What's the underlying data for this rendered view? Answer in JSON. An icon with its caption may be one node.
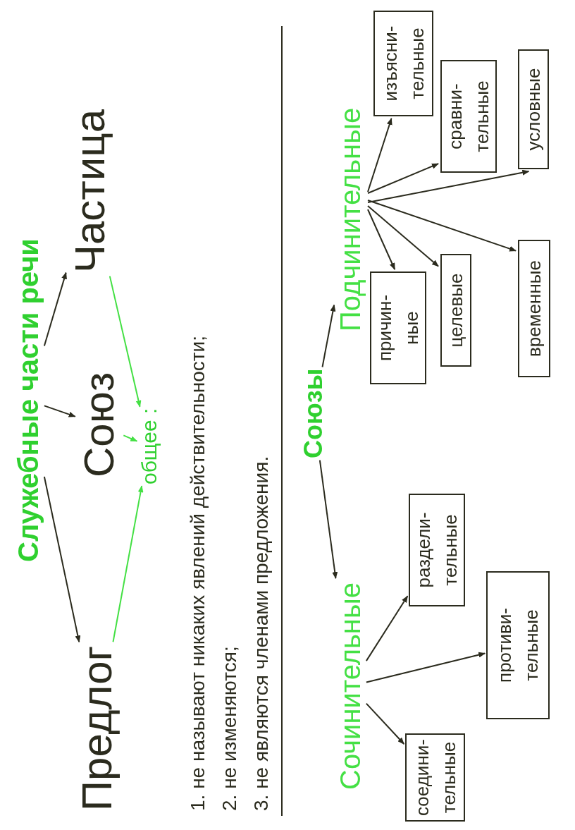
{
  "diagram": {
    "nodes": [
      {
        "text": [
          "Служебные части речи"
        ]
      },
      {
        "text": [
          "Предлог"
        ]
      },
      {
        "text": [
          "Союз"
        ]
      },
      {
        "text": [
          "Частица"
        ]
      },
      {
        "text": [
          "общее :"
        ]
      },
      {
        "text": [
          "Союзы"
        ]
      },
      {
        "text": [
          "Сочинительные"
        ]
      },
      {
        "text": [
          "соедини- тельные"
        ]
      },
      {
        "text": [
          "противи- тельные"
        ]
      },
      {
        "text": [
          "раздели- тельные"
        ]
      },
      {
        "text": [
          "Подчинительные"
        ]
      },
      {
        "text": [
          "причин- ные"
        ]
      },
      {
        "text": [
          "целевые"
        ]
      },
      {
        "text": [
          "временные"
        ]
      },
      {
        "text": [
          "изъясни- тельные"
        ]
      },
      {
        "text": [
          "сравни- тельные"
        ]
      },
      {
        "text": [
          "условные"
        ]
      }
    ],
    "edges": [
      {
        "from": 0,
        "to": 1,
        "arrow": "to"
      },
      {
        "from": 0,
        "to": 2,
        "arrow": "to"
      },
      {
        "from": 0,
        "to": 3,
        "arrow": "to"
      },
      {
        "from": 1,
        "to": 4,
        "arrow": "to",
        "color": "#44e044"
      },
      {
        "from": 2,
        "to": 4,
        "arrow": "to",
        "color": "#44e044"
      },
      {
        "from": 3,
        "to": 4,
        "arrow": "to",
        "color": "#44e044"
      },
      {
        "from": 5,
        "to": 6,
        "arrow": "to"
      },
      {
        "from": 5,
        "to": 10,
        "arrow": "to"
      },
      {
        "from": 6,
        "to": 7,
        "arrow": "to"
      },
      {
        "from": 6,
        "to": 8,
        "arrow": "to"
      },
      {
        "from": 6,
        "to": 9,
        "arrow": "to"
      },
      {
        "from": 10,
        "to": 11,
        "arrow": "to"
      },
      {
        "from": 10,
        "to": 12,
        "arrow": "to"
      },
      {
        "from": 10,
        "to": 13,
        "arrow": "to"
      },
      {
        "from": 10,
        "to": 14,
        "arrow": "to"
      },
      {
        "from": 10,
        "to": 15,
        "arrow": "to"
      },
      {
        "from": 10,
        "to": 16,
        "arrow": "to"
      }
    ],
    "labels": [
      "1. не называют никаких явлений действительности;",
      "2. не изменяются;",
      "3. не являются членами предложения."
    ]
  }
}
